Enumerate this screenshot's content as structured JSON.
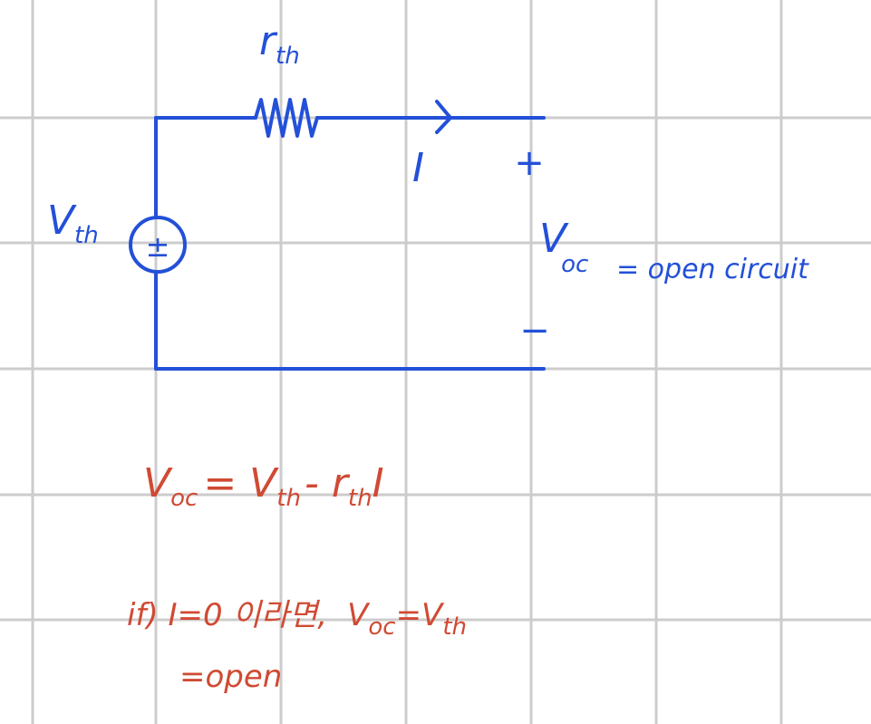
{
  "colors": {
    "grid": "#cccccc",
    "circuit": "#2350d8",
    "annotation": "#d04a33",
    "background": "#ffffff"
  },
  "labels": {
    "resistor_main": "r",
    "resistor_sub": "th",
    "source_main": "V",
    "source_sub": "th",
    "source_symbol": "±",
    "current": "I",
    "plus": "+",
    "minus": "−",
    "voc_main": "V",
    "voc_sub": "oc",
    "voc_note": "= open circuit"
  },
  "equations": {
    "kvl": {
      "v": "V",
      "oc": "oc",
      "rhs_v": "= V",
      "rhs_th": "th",
      "minus_r": "- r",
      "r_th": "th",
      "i": "I"
    },
    "condition": {
      "prefix": "if)  I=0 이라면,",
      "v": "V",
      "oc": "oc",
      "eq_v": "=V",
      "th": "th",
      "second_line": "=open"
    }
  }
}
